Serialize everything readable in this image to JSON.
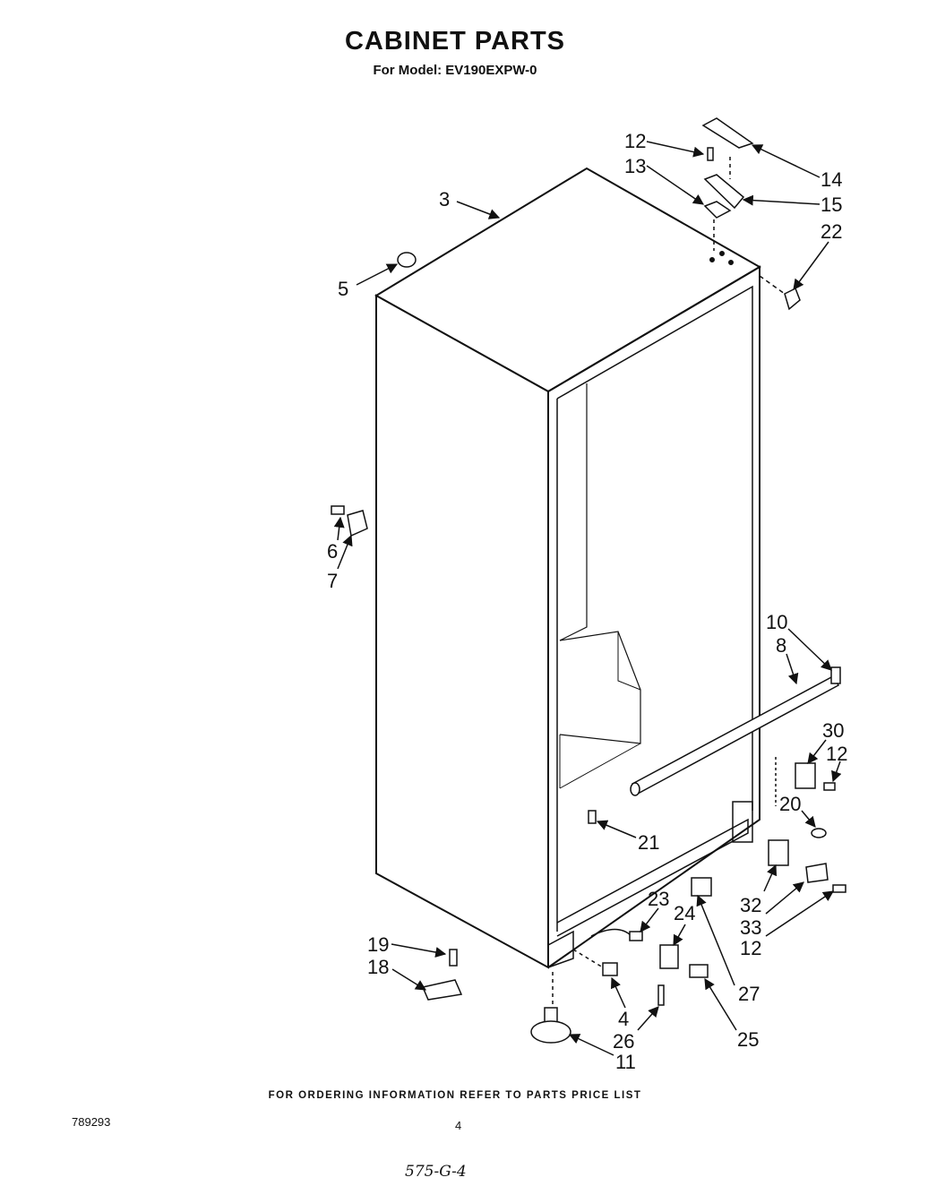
{
  "header": {
    "title": "CABINET PARTS",
    "subtitle": "For Model: EV190EXPW-0"
  },
  "callouts": [
    {
      "id": "c12a",
      "text": "12"
    },
    {
      "id": "c13",
      "text": "13"
    },
    {
      "id": "c14",
      "text": "14"
    },
    {
      "id": "c15",
      "text": "15"
    },
    {
      "id": "c22",
      "text": "22"
    },
    {
      "id": "c3",
      "text": "3"
    },
    {
      "id": "c5",
      "text": "5"
    },
    {
      "id": "c6",
      "text": "6"
    },
    {
      "id": "c7",
      "text": "7"
    },
    {
      "id": "c10",
      "text": "10"
    },
    {
      "id": "c8",
      "text": "8"
    },
    {
      "id": "c30",
      "text": "30"
    },
    {
      "id": "c12b",
      "text": "12"
    },
    {
      "id": "c20",
      "text": "20"
    },
    {
      "id": "c21",
      "text": "21"
    },
    {
      "id": "c23",
      "text": "23"
    },
    {
      "id": "c24",
      "text": "24"
    },
    {
      "id": "c32",
      "text": "32"
    },
    {
      "id": "c33",
      "text": "33"
    },
    {
      "id": "c12c",
      "text": "12"
    },
    {
      "id": "c19",
      "text": "19"
    },
    {
      "id": "c18",
      "text": "18"
    },
    {
      "id": "c27",
      "text": "27"
    },
    {
      "id": "c4",
      "text": "4"
    },
    {
      "id": "c26",
      "text": "26"
    },
    {
      "id": "c25",
      "text": "25"
    },
    {
      "id": "c11",
      "text": "11"
    }
  ],
  "footer": {
    "note": "FOR ORDERING INFORMATION REFER TO PARTS PRICE LIST",
    "doc_number": "789293",
    "page_number": "4",
    "handwritten": "575-G-4"
  }
}
